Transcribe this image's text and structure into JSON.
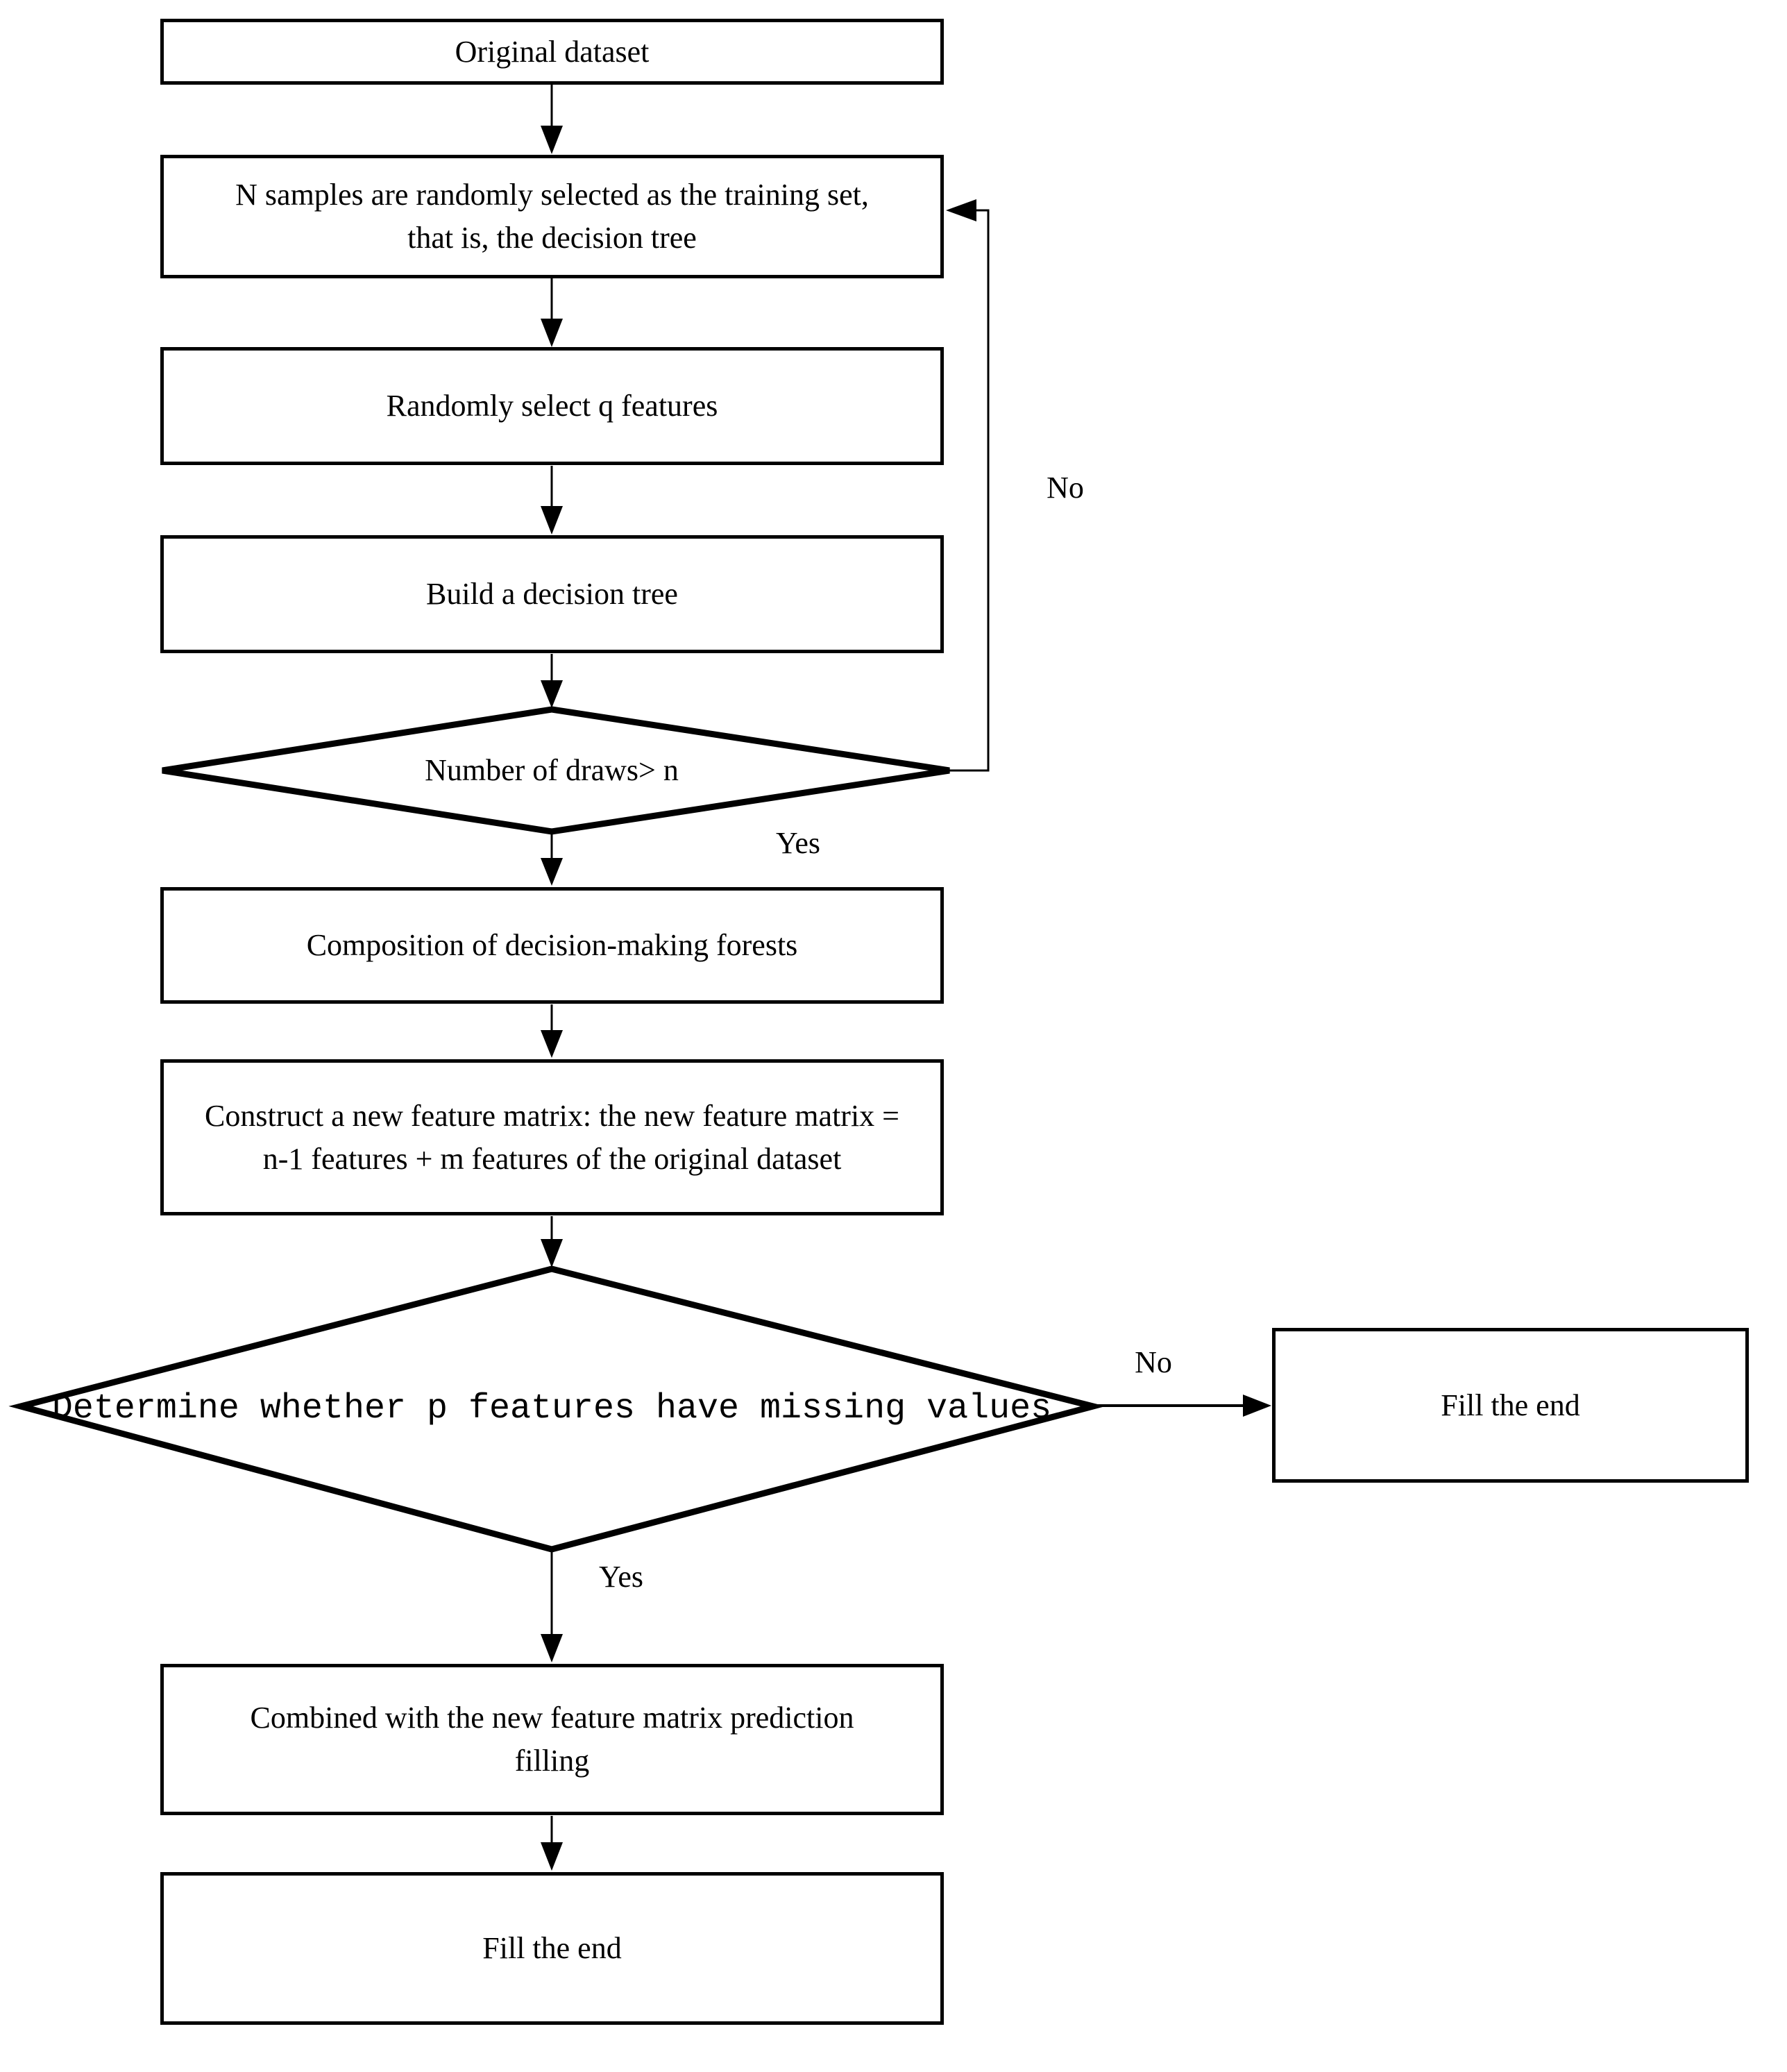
{
  "nodes": {
    "original_dataset": "Original dataset",
    "n_samples": "N samples are randomly selected as the training set, that is, the decision tree",
    "select_features": "Randomly select q features",
    "build_tree": "Build a decision tree",
    "draws_decision": "Number of draws> n",
    "composition": "Composition of decision-making forests",
    "construct_matrix": "Construct a new feature matrix: the new feature matrix = n-1 features + m features of the original dataset",
    "missing_decision": "Determine whether p features have missing values",
    "fill_end_right": "Fill the end",
    "combined_filling": "Combined with the new feature matrix prediction filling",
    "fill_end_bottom": "Fill the end"
  },
  "labels": {
    "loop_no": "No",
    "draws_yes": "Yes",
    "missing_no": "No",
    "missing_yes": "Yes"
  },
  "colors": {
    "ink": "#000000",
    "paper": "#ffffff"
  }
}
